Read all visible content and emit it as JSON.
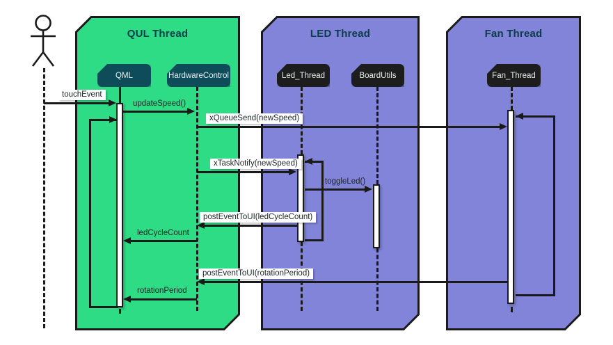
{
  "diagram": {
    "type": "uml-sequence-diagram",
    "threads": [
      {
        "label": "QUL Thread",
        "fill": "#2edc85"
      },
      {
        "label": "LED Thread",
        "fill": "#8184d8"
      },
      {
        "label": "Fan Thread",
        "fill": "#8184d8"
      }
    ],
    "participants": [
      {
        "label": "QML",
        "fill": "#0f4c59"
      },
      {
        "label": "HardwareControl",
        "fill": "#0f4c59"
      },
      {
        "label": "Led_Thread",
        "fill": "#1d1d1d"
      },
      {
        "label": "BoardUtils",
        "fill": "#1d1d1d"
      },
      {
        "label": "Fan_Thread",
        "fill": "#1d1d1d"
      }
    ],
    "actor": {
      "icon": "stick-figure-actor-icon"
    },
    "messages": {
      "touch_event": "touchEvent",
      "update_speed": "updateSpeed()",
      "xqueue_send": "xQueueSend(newSpeed)",
      "xtask_notify": "xTaskNotify(newSpeed)",
      "toggle_led": "toggleLed()",
      "post_event_led": "postEventToUI(ledCycleCount)",
      "led_cycle_count": "ledCycleCount",
      "post_event_rotation": "postEventToUI(rotationPeriod)",
      "rotation_period": "rotationPeriod"
    },
    "colors": {
      "green": "#2edc85",
      "purple": "#8184d8",
      "teal_box": "#0f4c59",
      "dark_box": "#1d1d1d",
      "line": "#1a1a1a",
      "title_text": "#0b3c4a",
      "participant_text": "#e9eeee",
      "label_text": "#1d2426",
      "bg": "#ffffff"
    }
  }
}
